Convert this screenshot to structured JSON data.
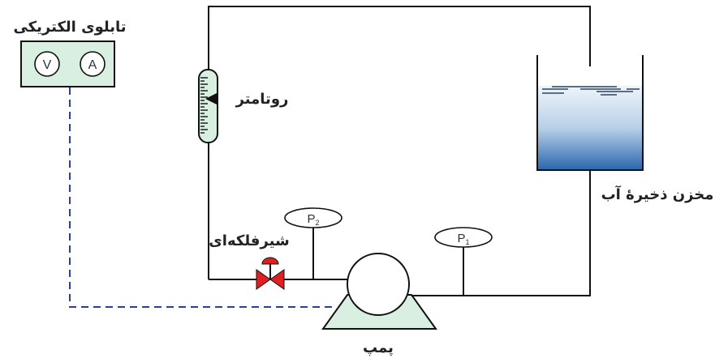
{
  "labels": {
    "electrical_panel": "تابلوی الکتریکی",
    "rotameter": "روتامتر",
    "water_tank": "مخزن ذخیرهٔ آب",
    "globe_valve": "شیرفلکه‌ای",
    "pump": "پمپ"
  },
  "meters": {
    "voltmeter": "V",
    "ammeter": "A"
  },
  "gauges": {
    "p2_main": "P",
    "p2_sub": "2",
    "p1_main": "P",
    "p1_sub": "1"
  },
  "colors": {
    "pipe": "#111111",
    "panel_fill": "#d9efe1",
    "rotameter_fill": "#d9efe1",
    "valve": "#e02020",
    "pump_fill": "#d9efe1",
    "wire": "#2c3e99",
    "water_top": "#e8f0f8",
    "water_bottom": "#1f5fa8"
  }
}
